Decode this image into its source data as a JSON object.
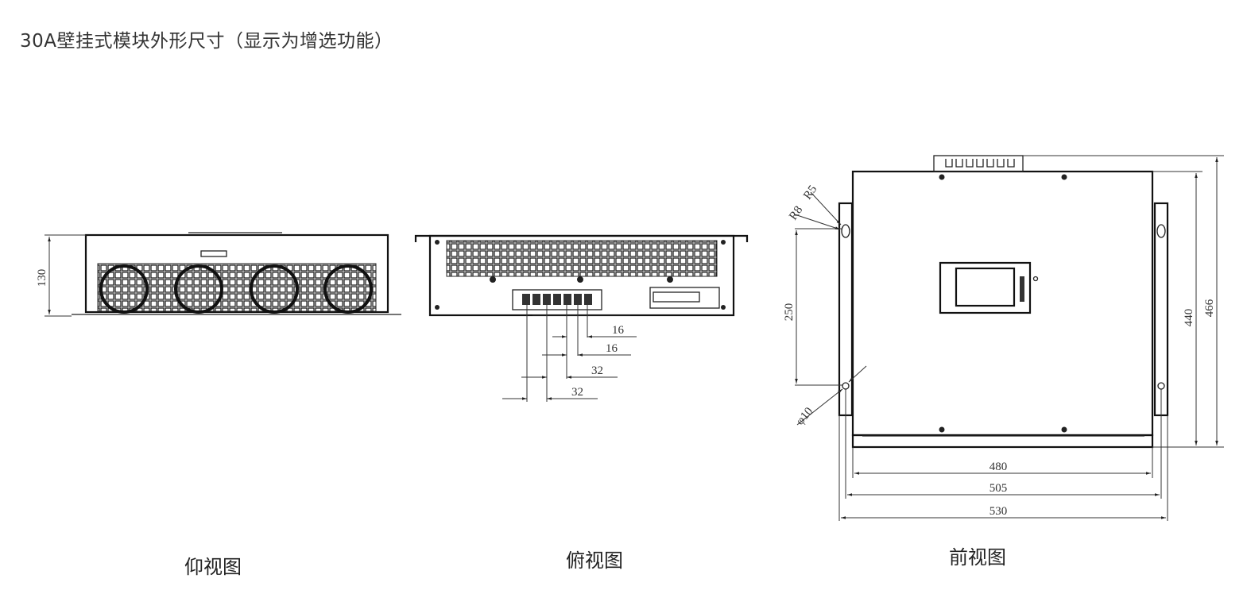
{
  "title": "30A壁挂式模块外形尺寸（显示为增选功能）",
  "views": {
    "bottom": {
      "caption": "仰视图",
      "dims": {
        "height": "130"
      }
    },
    "top": {
      "caption": "俯视图",
      "dims": {
        "d1": "16",
        "d2": "16",
        "d3": "32",
        "d4": "32"
      }
    },
    "front": {
      "caption": "前视图",
      "dims": {
        "r5": "R5",
        "r8": "R8",
        "hole_spacing": "250",
        "hole_dia": "φ10",
        "w480": "480",
        "w505": "505",
        "w530": "530",
        "h440": "440",
        "h466": "466"
      }
    }
  }
}
